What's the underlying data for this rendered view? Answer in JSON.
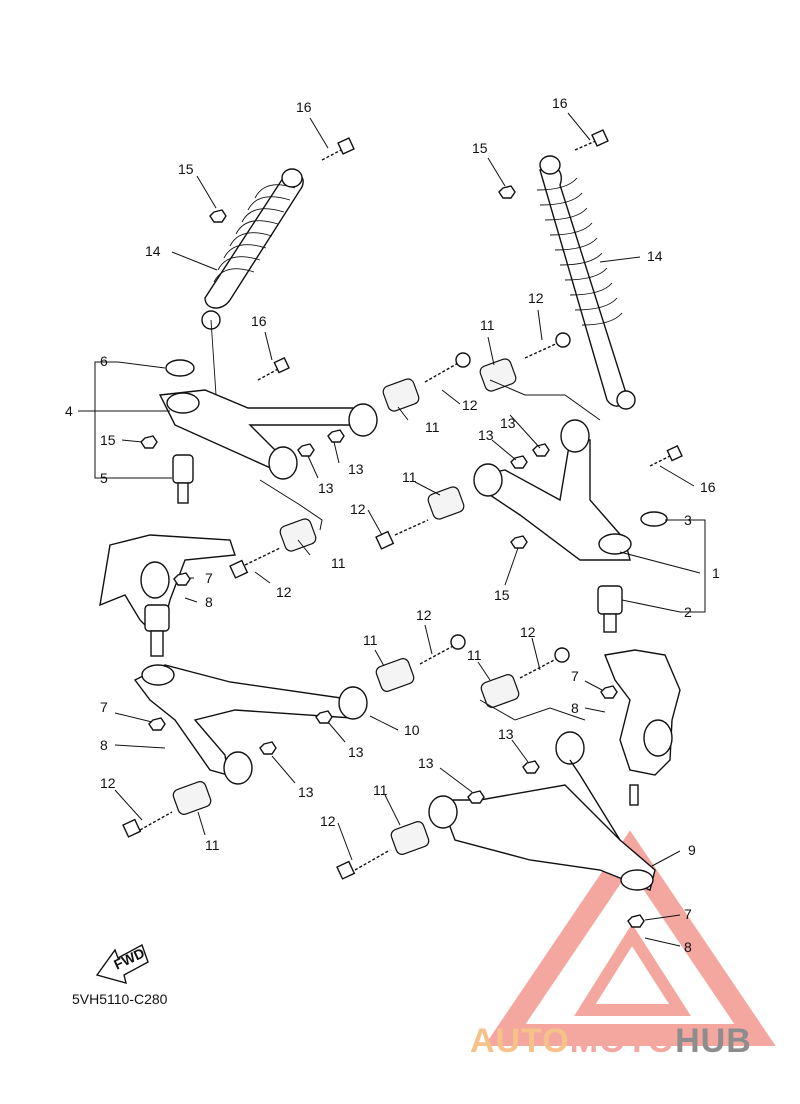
{
  "callouts": {
    "c1": "1",
    "c2": "2",
    "c3": "3",
    "c4": "4",
    "c5": "5",
    "c6": "6",
    "c7": "7",
    "c8": "8",
    "c9": "9",
    "c10": "10",
    "c11": "11",
    "c12": "12",
    "c13": "13",
    "c14": "14",
    "c15": "15",
    "c16": "16"
  },
  "fwd_label": "FWD",
  "diagram_code": "5VH5110-C280",
  "watermark": {
    "part1": "AUTO",
    "part2": "MOTO",
    "part3": "HUB",
    "color1": "#f6c28a",
    "color2": "#f2a8a0",
    "color3": "#8d8d8d",
    "triangle_color": "#f08a80"
  }
}
